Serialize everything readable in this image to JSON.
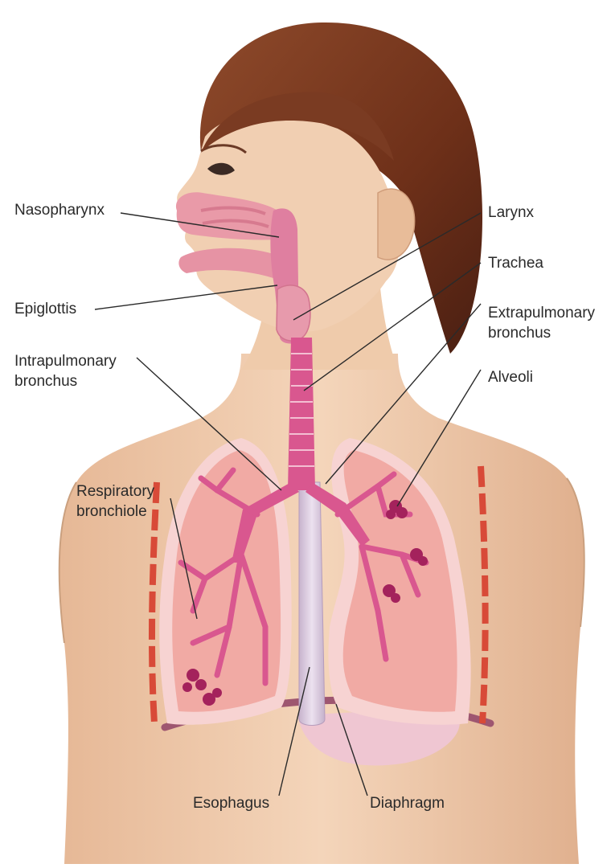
{
  "labels": {
    "nasopharynx": "Nasopharynx",
    "epiglottis": "Epiglottis",
    "intrapulmonary_bronchus": [
      "Intrapulmonary",
      "bronchus"
    ],
    "respiratory_bronchiole": [
      "Respiratory",
      "bronchiole"
    ],
    "larynx": "Larynx",
    "trachea": "Trachea",
    "extrapulmonary_bronchus": [
      "Extrapulmonary",
      "bronchus"
    ],
    "alveoli": "Alveoli",
    "esophagus": "Esophagus",
    "diaphragm": "Diaphragm"
  },
  "colors": {
    "skin": "#f2d1b4",
    "skin_shadow": "#d9a987",
    "hair": "#7a3b22",
    "hair_dark": "#4f2214",
    "airway": "#d9578f",
    "airway_light": "#ec9ab9",
    "lung": "#f3b7b0",
    "lung_edge": "#e8948e",
    "pleura": "#f7d3d2",
    "esophagus": "#d5c3d8",
    "diaphragm": "#9e5670",
    "ribs": "#d84a38",
    "alveoli": "#a4225c"
  }
}
